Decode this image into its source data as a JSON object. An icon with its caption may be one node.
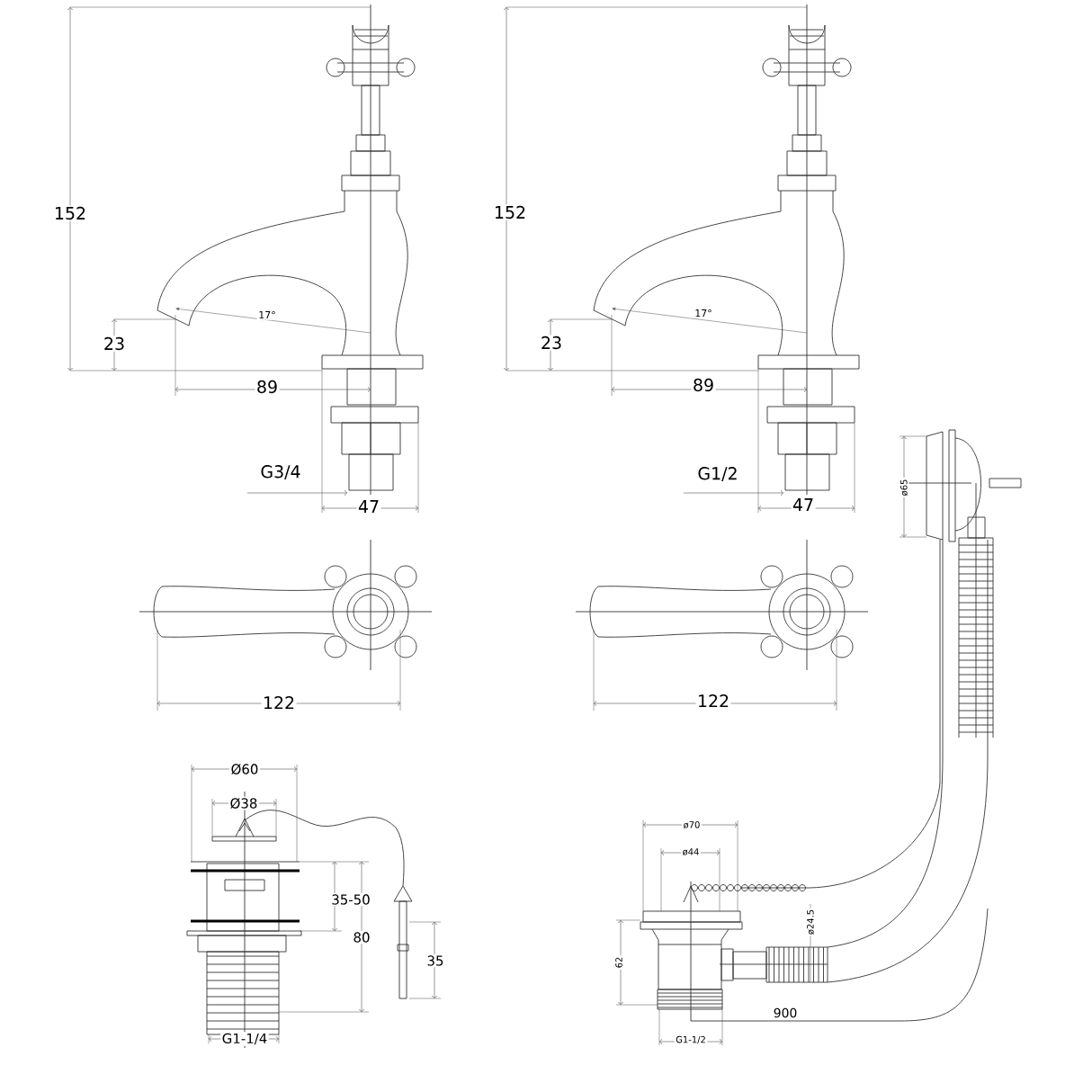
{
  "diagram": {
    "labels": [
      "152",
      "17°",
      "23",
      "89",
      "G3/4",
      "47",
      "122",
      "152",
      "17°",
      "23",
      "89",
      "G1/2",
      "47",
      "122",
      "Ø60",
      "Ø38",
      "35-50",
      "80",
      "35",
      "G1-1/4",
      "ø65",
      "ø70",
      "ø44",
      "ø24.5",
      "62",
      "900",
      "G1-1/2"
    ]
  }
}
